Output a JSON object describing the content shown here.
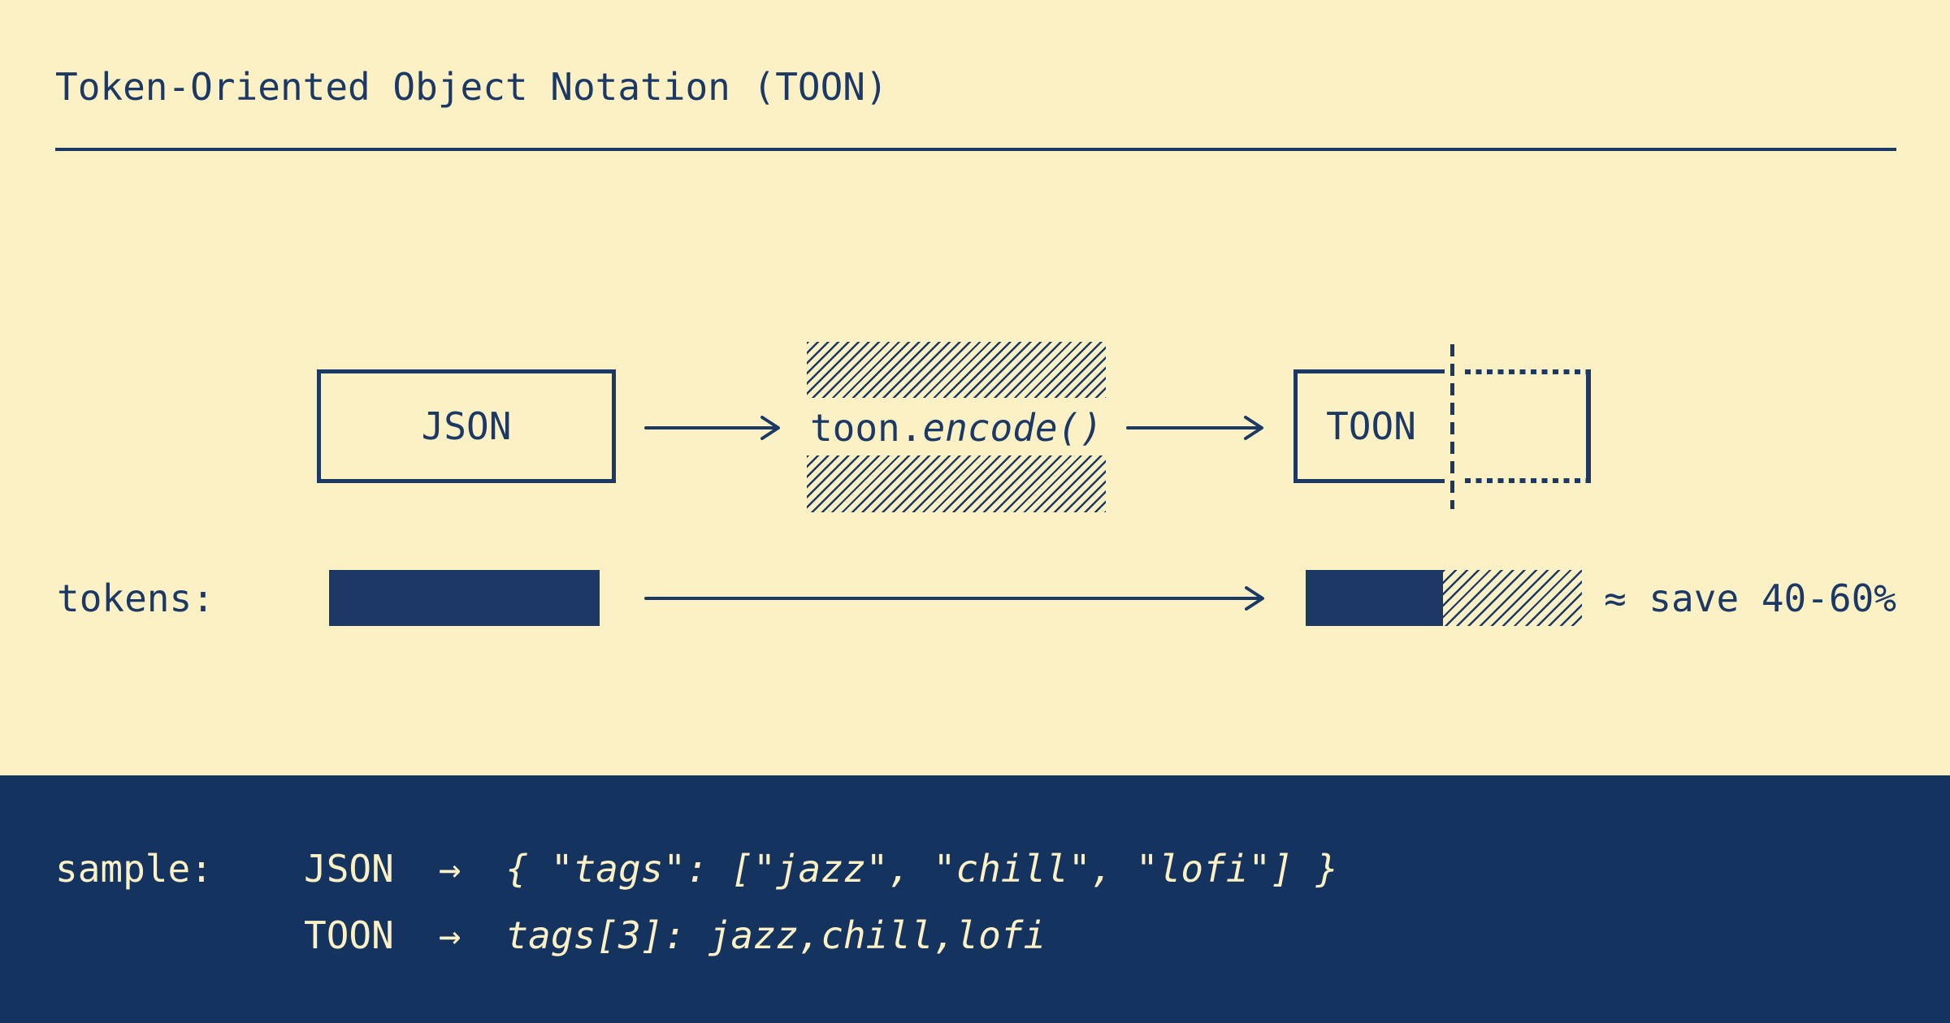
{
  "colors": {
    "cream": "#FBF1C4",
    "ink": "#1C3966",
    "panel_navy": "#14335F"
  },
  "header": {
    "title": "Token-Oriented Object Notation (TOON)"
  },
  "flow": {
    "input_label": "JSON",
    "encoder_prefix": "toon.",
    "encoder_method": "encode()",
    "output_label": "TOON"
  },
  "tokens_row": {
    "label": "tokens:",
    "savings_note": "≈ save 40-60%"
  },
  "sample": {
    "label": "sample:",
    "lines": [
      {
        "format": "JSON",
        "arrow": "→",
        "code": "{ \"tags\": [\"jazz\", \"chill\", \"lofi\"] }"
      },
      {
        "format": "TOON",
        "arrow": "→",
        "code": "tags[3]: jazz,chill,lofi"
      }
    ]
  }
}
